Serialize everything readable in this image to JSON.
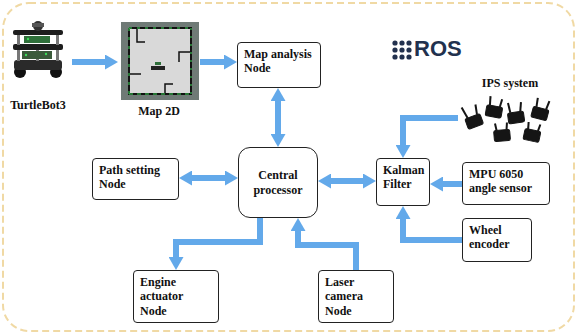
{
  "diagram": {
    "nodes": [
      {
        "text": [
          "TurtleBot3"
        ]
      },
      {
        "text": [
          "Map 2D"
        ]
      },
      {
        "text": [
          "Map analysis Node"
        ]
      },
      {
        "text": [
          "IPS system"
        ]
      },
      {
        "text": [
          "Path setting Node"
        ]
      },
      {
        "text": [
          "Central processor"
        ]
      },
      {
        "text": [
          "Kalman Filter"
        ]
      },
      {
        "text": [
          "MPU 6050 angle sensor"
        ]
      },
      {
        "text": [
          "Wheel encoder"
        ]
      },
      {
        "text": [
          "Engine actuator Node"
        ]
      },
      {
        "text": [
          "Laser camera Node"
        ]
      }
    ],
    "edges": [
      {
        "from": 0,
        "to": 1,
        "arrow": "to"
      },
      {
        "from": 1,
        "to": 2,
        "arrow": "to"
      },
      {
        "from": 2,
        "to": 5,
        "arrow": "both"
      },
      {
        "from": 4,
        "to": 5,
        "arrow": "both"
      },
      {
        "from": 5,
        "to": 6,
        "arrow": "both"
      },
      {
        "from": 3,
        "to": 6,
        "arrow": "to"
      },
      {
        "from": 7,
        "to": 6,
        "arrow": "to"
      },
      {
        "from": 8,
        "to": 6,
        "arrow": "to"
      },
      {
        "from": 5,
        "to": 9,
        "arrow": "to"
      },
      {
        "from": 10,
        "to": 5,
        "arrow": "to"
      }
    ],
    "labels": [
      "ROS"
    ]
  }
}
